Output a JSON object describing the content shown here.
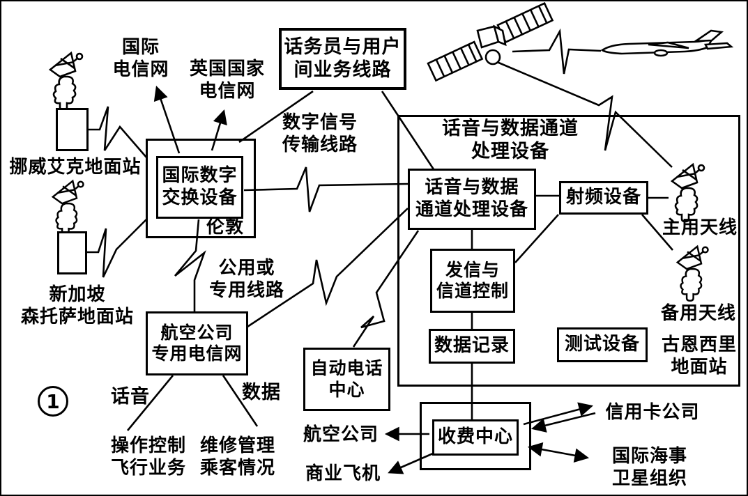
{
  "colors": {
    "ink": "#000000",
    "background": "#ffffff"
  },
  "boxes": {
    "operator_user_line": "话务员与用户\n间业务线路",
    "intl_digital_switch": "国际数字\n交换设备",
    "london": "伦敦",
    "voice_data_channel_title": "话音与数据通道\n处理设备",
    "voice_data_processor": "话音与数据\n通道处理设备",
    "rf_equipment": "射频设备",
    "transmit_channel_control": "发信与\n信道控制",
    "data_recording": "数据记录",
    "test_equipment": "测试设备",
    "airline_private_telecom": "航空公司\n专用电信网",
    "auto_phone_center": "自动电话\n中心",
    "billing_center": "收费中心"
  },
  "labels": {
    "intl_telecom_net": "国际\n电信网",
    "uk_national_telecom_net": "英国国家\n电信网",
    "digital_signal_line": "数字信号\n传输线路",
    "public_or_private_line": "公用或\n专用线路",
    "norway_eik_station": "挪威艾克地面站",
    "singapore_sentosa_station": "新加坡\n森托萨地面站",
    "voice": "话音",
    "data": "数据",
    "ops_control_flight": "操作控制\n飞行业务",
    "maintenance_passenger": "维修管理\n乘客情况",
    "airline": "航空公司",
    "commercial_aircraft": "商业飞机",
    "main_antenna": "主用天线",
    "backup_antenna": "备用天线",
    "goonhilly_station": "古恩西里\n地面站",
    "credit_card_company": "信用卡公司",
    "inmarsat": "国际海事\n卫星组织",
    "figure_number": "1"
  },
  "icons": {
    "satellite": "satellite-icon",
    "airplane": "airplane-icon",
    "ground_station_dish": "satellite-dish-icon",
    "main_antenna": "main-antenna-icon",
    "backup_antenna": "backup-antenna-icon",
    "radio_link": "lightning-bolt"
  }
}
